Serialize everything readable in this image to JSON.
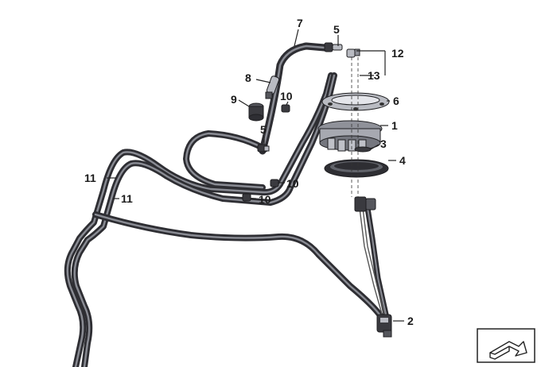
{
  "diagram": {
    "callouts": [
      {
        "id": "c1",
        "label": "1"
      },
      {
        "id": "c2",
        "label": "2"
      },
      {
        "id": "c3",
        "label": "3"
      },
      {
        "id": "c4",
        "label": "4"
      },
      {
        "id": "c5a",
        "label": "5"
      },
      {
        "id": "c5b",
        "label": "5"
      },
      {
        "id": "c6",
        "label": "6"
      },
      {
        "id": "c7",
        "label": "7"
      },
      {
        "id": "c8",
        "label": "8"
      },
      {
        "id": "c9",
        "label": "9"
      },
      {
        "id": "c10a",
        "label": "10"
      },
      {
        "id": "c10b",
        "label": "10"
      },
      {
        "id": "c10c",
        "label": "10"
      },
      {
        "id": "c11a",
        "label": "11"
      },
      {
        "id": "c11b",
        "label": "11"
      },
      {
        "id": "c12",
        "label": "12"
      },
      {
        "id": "c13",
        "label": "13"
      }
    ],
    "colors": {
      "hose": "#2e2e33",
      "hose_highlight": "#8a8c94",
      "part_dark": "#3a3a3f",
      "part_light": "#b9bbc2",
      "text": "#1a1a1a"
    },
    "icons": {
      "nav_arrow": "arrow-box-icon"
    }
  }
}
